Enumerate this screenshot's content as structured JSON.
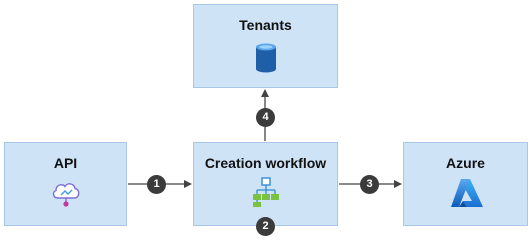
{
  "nodes": {
    "tenants": {
      "label": "Tenants",
      "icon": "database-icon",
      "color": "#1f5fa8"
    },
    "api": {
      "label": "API",
      "icon": "cloud-api-icon",
      "color": "#6a5fc7"
    },
    "workflow": {
      "label": "Creation workflow",
      "icon": "workflow-hierarchy-icon",
      "color": "#2e8dd6"
    },
    "azure": {
      "label": "Azure",
      "icon": "azure-logo-icon",
      "color": "#1780d8"
    }
  },
  "steps": {
    "s1": "1",
    "s2": "2",
    "s3": "3",
    "s4": "4"
  },
  "colors": {
    "box_fill": "#cfe3f7",
    "box_border": "#a9c8e8",
    "arrow": "#444444",
    "step_badge": "#3b3b3b"
  }
}
